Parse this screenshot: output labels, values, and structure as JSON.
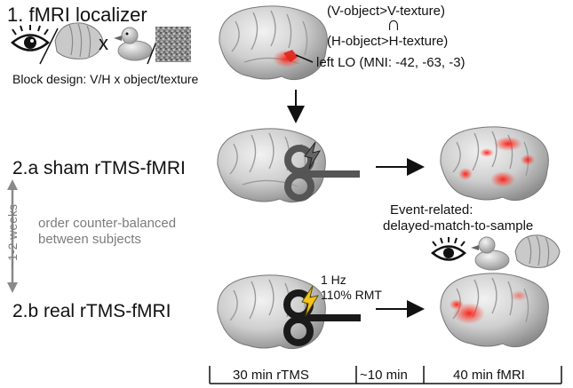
{
  "step1": {
    "title": "1. fMRI localizer",
    "times_symbol": "x",
    "block_design": "Block design: V/H x object/texture",
    "contrast_visual": "(V-object>V-texture)",
    "intersection_symbol": "∩",
    "contrast_haptic": "(H-object>H-texture)",
    "roi_label": "left LO (MNI: -42, -63, -3)"
  },
  "step2a": {
    "title": "2.a sham rTMS-fMRI"
  },
  "step2b": {
    "title": "2.b real rTMS-fMRI",
    "frequency": "1 Hz",
    "intensity": "110% RMT"
  },
  "side": {
    "interval": "~1-2 weeks",
    "note_line1": "order counter-balanced",
    "note_line2": "between subjects"
  },
  "task": {
    "line1": "Event-related:",
    "line2": "delayed-match-to-sample"
  },
  "timeline": {
    "segments": [
      "30 min rTMS",
      "~10 min",
      "40 min fMRI"
    ]
  },
  "colors": {
    "activation": "#e0241c",
    "coil_dark": "#1a1a1a",
    "coil_sham": "#555555",
    "lightning": "#f4c21a",
    "arrow_grey": "#8a8a8a"
  },
  "icons": [
    "eye-icon",
    "hand-icon",
    "rubber-duck-icon",
    "texture-patch-icon",
    "brain-icon",
    "tms-coil-icon",
    "lightning-icon"
  ]
}
